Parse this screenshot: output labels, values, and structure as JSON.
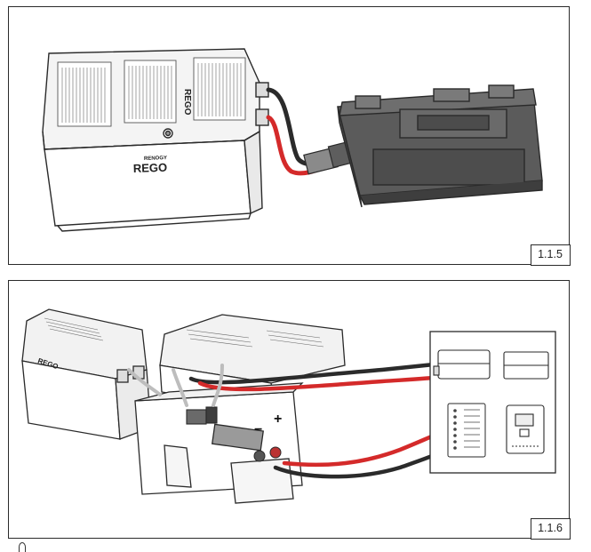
{
  "figures": [
    {
      "label": "1.1.5"
    },
    {
      "label": "1.1.6"
    }
  ],
  "battery_brand_small": "RENOGY",
  "battery_brand_logo": "REGO",
  "terminals": {
    "negative": "−",
    "positive": "+"
  },
  "colors": {
    "positive_cable": "#d42a2a",
    "negative_cable": "#2b2b2b",
    "battery_body": "#ffffff",
    "charger_body": "#5b5b5b",
    "outline": "#2a2a2a"
  }
}
